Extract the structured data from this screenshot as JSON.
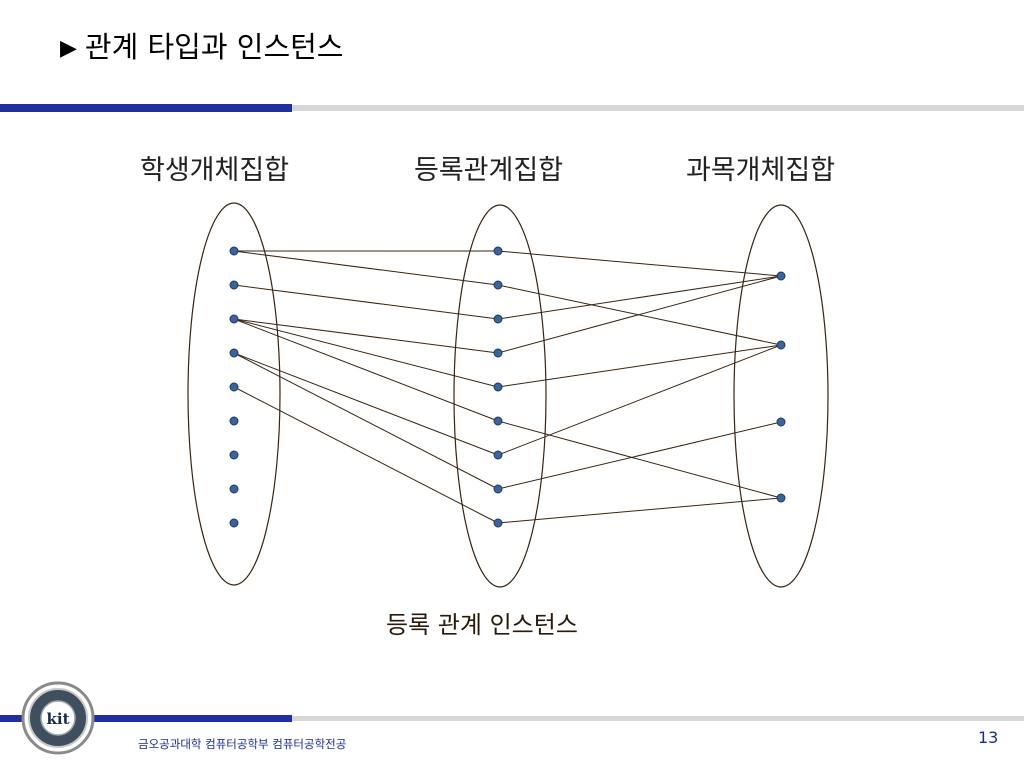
{
  "slide": {
    "title": "관계 타입과 인스턴스",
    "title_marker": "▶",
    "caption": "등록 관계 인스턴스",
    "footer": "금오공과대학 컴퓨터공학부 컴퓨터공학전공",
    "page_number": "13",
    "logo_text": "kit"
  },
  "diagram": {
    "sets": [
      {
        "label": "학생개체집합",
        "entity_count": 9
      },
      {
        "label": "등록관계집합",
        "entity_count": 9
      },
      {
        "label": "과목개체집합",
        "entity_count": 4
      }
    ],
    "links_student_to_registration": [
      [
        0,
        0
      ],
      [
        0,
        1
      ],
      [
        1,
        2
      ],
      [
        2,
        3
      ],
      [
        2,
        4
      ],
      [
        2,
        5
      ],
      [
        3,
        6
      ],
      [
        3,
        7
      ],
      [
        4,
        8
      ]
    ],
    "links_registration_to_course": [
      [
        0,
        0
      ],
      [
        1,
        1
      ],
      [
        2,
        0
      ],
      [
        3,
        0
      ],
      [
        4,
        1
      ],
      [
        5,
        3
      ],
      [
        6,
        1
      ],
      [
        7,
        2
      ],
      [
        8,
        3
      ]
    ],
    "colors": {
      "ellipse_stroke": "#3a2410",
      "link_stroke": "#3a2410",
      "node_fill": "#3d6496",
      "node_stroke": "#1e3a60"
    }
  }
}
